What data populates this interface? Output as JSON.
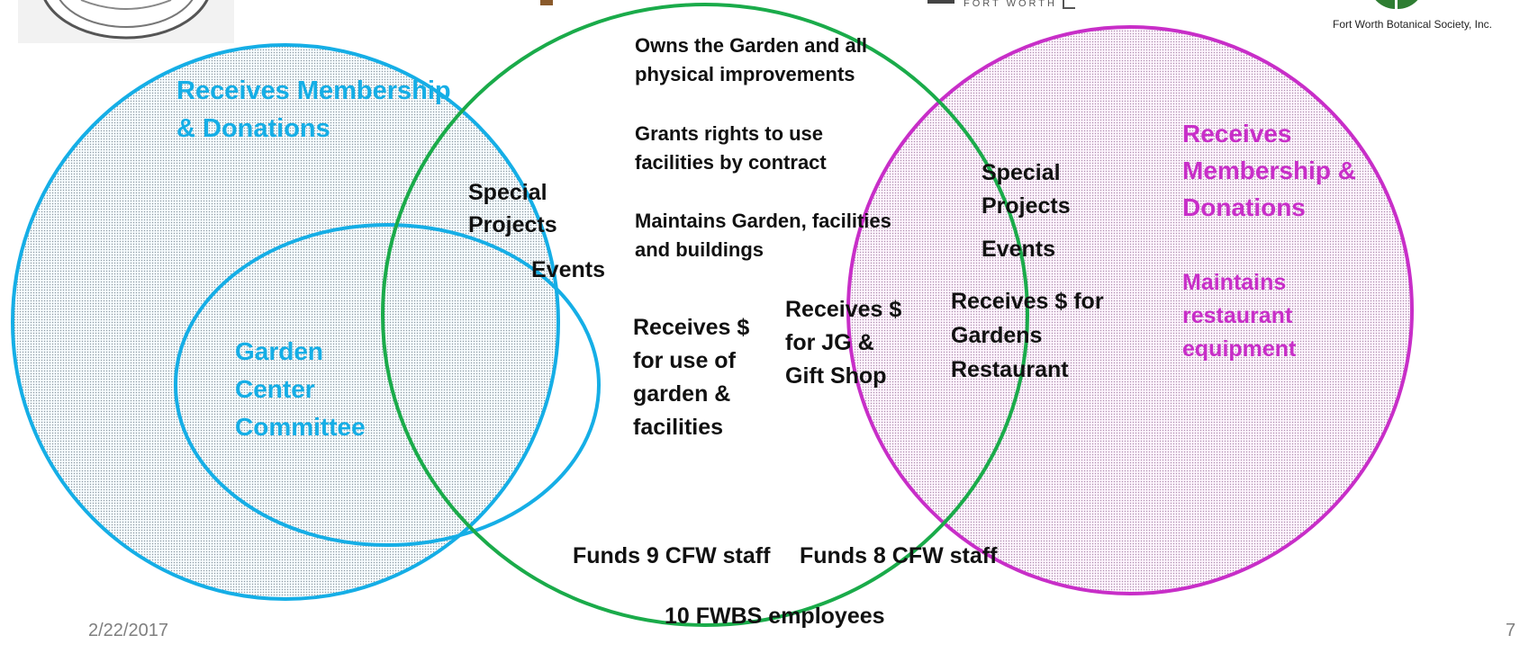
{
  "colors": {
    "blue": "#15aee6",
    "green": "#1aab4a",
    "magenta": "#c82ec8",
    "text": "#111111",
    "footer": "#7f7f7f"
  },
  "logos": {
    "left": "city-seal-logo",
    "right_caption": "Fort Worth Botanical Society, Inc.",
    "center_caption": "FORT WORTH"
  },
  "left_circle": {
    "title": "Receives Membership\n& Donations",
    "inner_circle_label": "Garden\nCenter\nCommittee"
  },
  "left_overlap": {
    "special_projects": "Special\nProjects",
    "events": "Events"
  },
  "center_circle": {
    "owns": "Owns the Garden and all\nphysical improvements",
    "grants": "Grants rights to use\nfacilities by contract",
    "maintains": "Maintains Garden, facilities\nand buildings",
    "receives_use": "Receives $\nfor use of\ngarden &\nfacilities",
    "receives_jg": "Receives $\nfor JG &\nGift Shop",
    "funds_9": "Funds 9 CFW staff",
    "funds_8": "Funds 8 CFW staff",
    "employees": "10 FWBS employees"
  },
  "right_overlap": {
    "special_projects": "Special\nProjects",
    "events": "Events",
    "receives_restaurant": "Receives $ for\nGardens\nRestaurant"
  },
  "right_circle": {
    "title": "Receives\nMembership  &\nDonations",
    "maintains": "Maintains\nrestaurant\nequipment"
  },
  "footer": {
    "date": "2/22/2017",
    "page_number": "7"
  }
}
